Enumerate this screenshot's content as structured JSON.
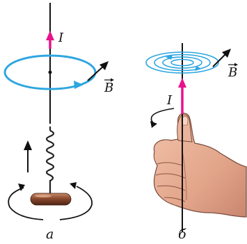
{
  "panel_a": {
    "current_label": "I",
    "field_label": "B",
    "caption": "а"
  },
  "panel_b": {
    "current_label": "I",
    "field_label": "B",
    "caption": "б"
  },
  "colors": {
    "current_arrow": "#e8128c",
    "field_circle": "#2ea6e0",
    "wire": "#111111",
    "handle": "#7a3f2a",
    "skin": "#e2a58a"
  },
  "icons": {
    "vector_arrow": "arrow-overline",
    "corkscrew": "corkscrew-icon",
    "hand": "right-hand-thumb-up"
  }
}
